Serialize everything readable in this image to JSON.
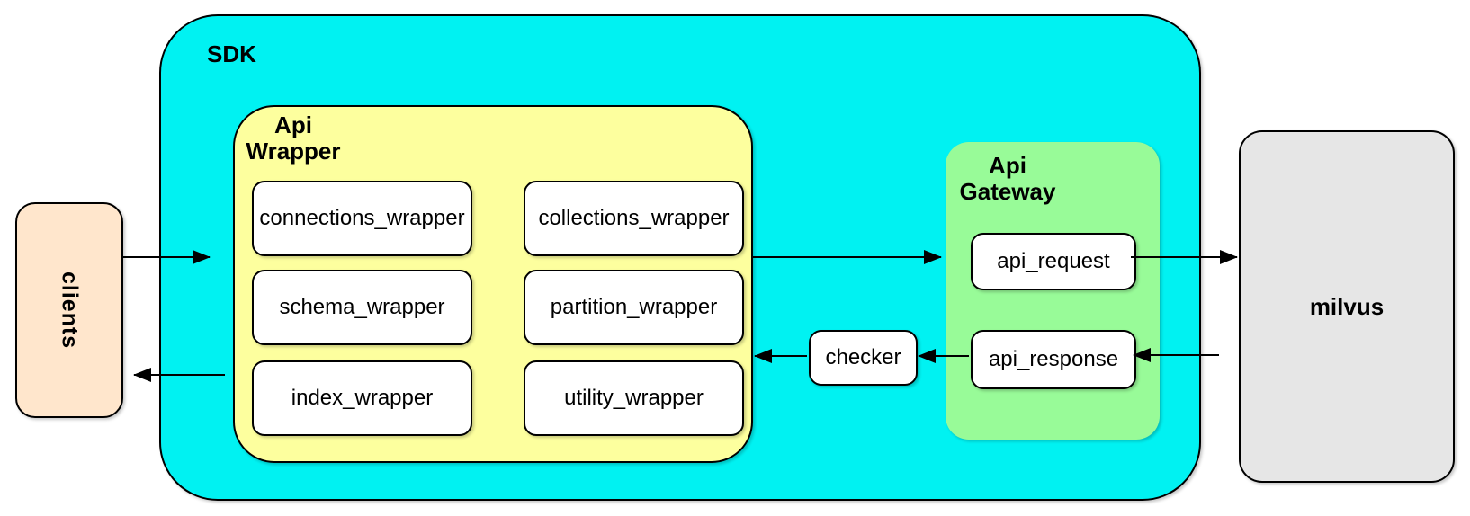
{
  "colors": {
    "canvas_bg": "#ffffff",
    "sdk_fill": "#00f2f2",
    "wrapper_fill": "#fdff9e",
    "gateway_fill": "#98fb98",
    "clients_fill": "#ffe6cc",
    "milvus_fill": "#e6e6e6",
    "box_border": "#000000",
    "arrow": "#000000"
  },
  "sdk": {
    "label": "SDK"
  },
  "clients": {
    "label": "clients"
  },
  "api_wrapper": {
    "title": "Api\nWrapper",
    "items": [
      {
        "label": "connections_wrapper"
      },
      {
        "label": "schema_wrapper"
      },
      {
        "label": "index_wrapper"
      },
      {
        "label": "collections_wrapper"
      },
      {
        "label": "partition_wrapper"
      },
      {
        "label": "utility_wrapper"
      }
    ]
  },
  "api_gateway": {
    "title": "Api\nGateway",
    "items": [
      {
        "label": "api_request"
      },
      {
        "label": "api_response"
      }
    ]
  },
  "checker": {
    "label": "checker"
  },
  "milvus": {
    "label": "milvus"
  },
  "edges": [
    {
      "from": "clients",
      "to": "api_wrapper"
    },
    {
      "from": "api_wrapper",
      "to": "api_gateway"
    },
    {
      "from": "api_request",
      "to": "milvus"
    },
    {
      "from": "milvus",
      "to": "api_response"
    },
    {
      "from": "api_response",
      "to": "checker"
    },
    {
      "from": "checker",
      "to": "api_wrapper"
    },
    {
      "from": "api_wrapper",
      "to": "clients"
    }
  ]
}
